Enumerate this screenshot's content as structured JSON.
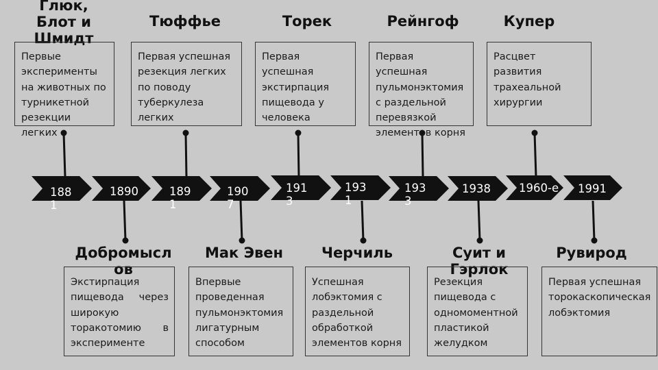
{
  "colors": {
    "background": "#c9c9c9",
    "arrow": "#111111",
    "year_text": "#ffffff",
    "border": "#333333"
  },
  "top_events": [
    {
      "name": "Глюк,\nБлот и\nШмидт",
      "text": "Первые эксперименты на животных по турникетной резекции легких"
    },
    {
      "name": "Тюффье",
      "text": "Первая успешная резекция легких по поводу туберкулеза легких"
    },
    {
      "name": "Торек",
      "text": "Первая успешная экстирпация пищевода у человека"
    },
    {
      "name": "Рейнгоф",
      "text": "Первая успешная пульмонэктомия с раздельной перевязкой элементов корня"
    },
    {
      "name": "Купер",
      "text": "Расцвет развития трахеальной хирургии"
    }
  ],
  "bottom_events": [
    {
      "name": "Добромысл\nов",
      "text": "Экстирпация пищевода через широкую торакотомию в эксперименте"
    },
    {
      "name": "Мак Эвен",
      "text": "Впервые проведенная пульмонэктомия лигатурным способом"
    },
    {
      "name": "Черчиль",
      "text": "Успешная лобэктомия с раздельной обработкой элементов корня"
    },
    {
      "name": "Суит и\nГэрлок",
      "text": "Резекция пищевода с одномоментной пластикой желудком"
    },
    {
      "name": "Рувирод",
      "text": "Первая успешная торокаскопическая лобэктомия"
    }
  ],
  "years": [
    "188\n1",
    "1890",
    "189\n1",
    "190\n7",
    "191\n3",
    "193\n1",
    "193\n3",
    "1938",
    "1960-е",
    "1991"
  ]
}
